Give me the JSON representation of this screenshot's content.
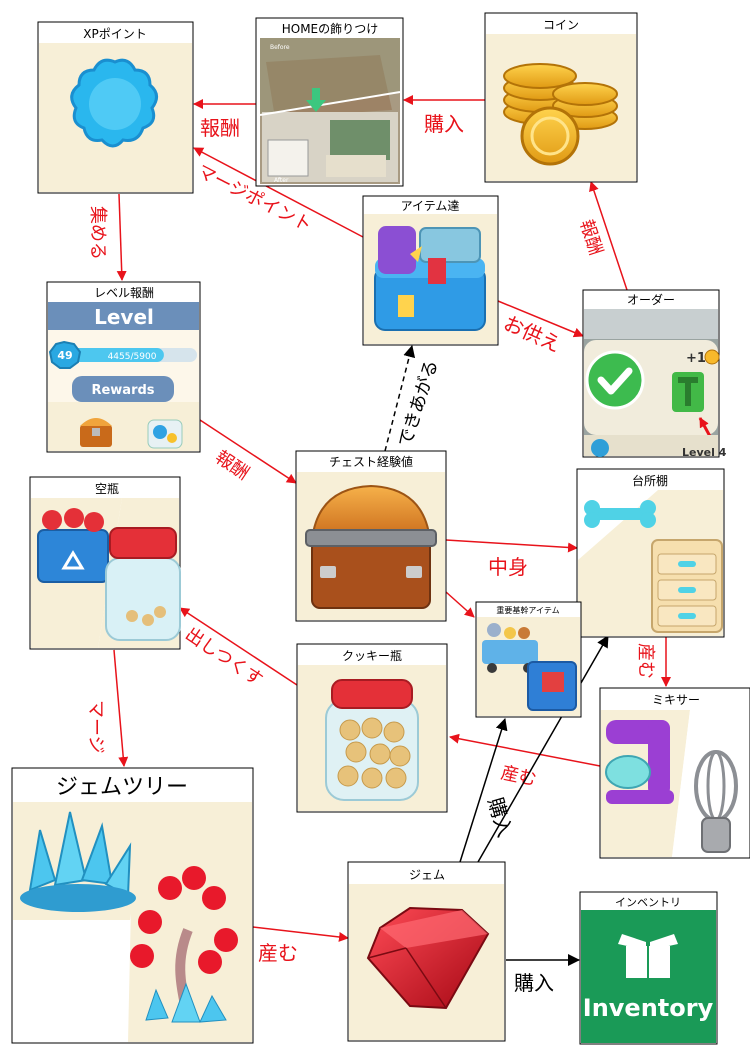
{
  "nodes": {
    "xp_point": {
      "title": "XPポイント"
    },
    "home_decor": {
      "title": "HOMEの飾りつけ",
      "before": "Before",
      "after": "After"
    },
    "coin": {
      "title": "コイン"
    },
    "items": {
      "title": "アイテム達"
    },
    "order": {
      "title": "オーダー",
      "plus_one": "+1",
      "level": "Level 4"
    },
    "level_reward": {
      "title": "レベル報酬",
      "header": "Level",
      "badge": "49",
      "progress": "4455/5900",
      "progress_fraction": 0.755,
      "rewards": "Rewards"
    },
    "chest_xp": {
      "title": "チェスト経験値"
    },
    "empty_bottle": {
      "title": "空瓶"
    },
    "kitchen_shelf": {
      "title": "台所棚"
    },
    "important_items": {
      "title": "重要基幹アイテム"
    },
    "cookie_jar": {
      "title": "クッキー瓶"
    },
    "mixer": {
      "title": "ミキサー"
    },
    "gem_tree": {
      "title": "ジェムツリー"
    },
    "gem": {
      "title": "ジェム"
    },
    "inventory": {
      "title": "インベントリ",
      "label": "Inventory"
    }
  },
  "edges": {
    "reward_home_xp": "報酬",
    "buy_coin_home": "購入",
    "merge_point": "マージポイント",
    "collect": "集める",
    "reward_order_coin": "報酬",
    "offer": "お供え",
    "made": "できあがる",
    "reward_level_chest": "報酬",
    "contents": "中身",
    "produce_shelf": "産む",
    "use_up": "出しつくす",
    "merge": "マージ",
    "produce_mixer": "産む",
    "buy_gem": "購入",
    "produce_tree": "産む",
    "buy_inventory": "購入"
  },
  "colors": {
    "arrow_red": "#e8131b",
    "arrow_black": "#000000",
    "panel_cream": "#f7efd7",
    "level_blue": "#6b8fba",
    "inventory_green": "#1a9a57"
  }
}
